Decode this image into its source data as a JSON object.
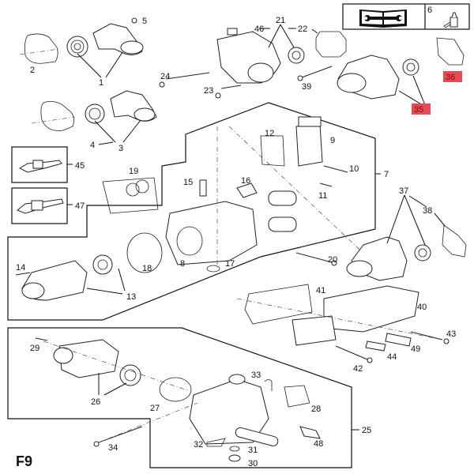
{
  "figure": {
    "code": "F9",
    "type": "exploded-parts-diagram",
    "subject": "Thermostat housing / EGR valve / coolant flange assemblies"
  },
  "header_box": {
    "manual_icon": "repair-manual-wrench-book-icon",
    "sealant_ref": "6",
    "sealant_icon": "sealant-tube-icon"
  },
  "callouts": [
    {
      "id": "1",
      "label": "1",
      "highlighted": false
    },
    {
      "id": "2",
      "label": "2",
      "highlighted": false
    },
    {
      "id": "3",
      "label": "3",
      "highlighted": false
    },
    {
      "id": "4",
      "label": "4",
      "highlighted": false
    },
    {
      "id": "5",
      "label": "5",
      "highlighted": false
    },
    {
      "id": "7",
      "label": "7",
      "highlighted": false
    },
    {
      "id": "8",
      "label": "8",
      "highlighted": false
    },
    {
      "id": "9",
      "label": "9",
      "highlighted": false
    },
    {
      "id": "10",
      "label": "10",
      "highlighted": false
    },
    {
      "id": "11",
      "label": "11",
      "highlighted": false
    },
    {
      "id": "12",
      "label": "12",
      "highlighted": false
    },
    {
      "id": "13",
      "label": "13",
      "highlighted": false
    },
    {
      "id": "14",
      "label": "14",
      "highlighted": false
    },
    {
      "id": "15",
      "label": "15",
      "highlighted": false
    },
    {
      "id": "16",
      "label": "16",
      "highlighted": false
    },
    {
      "id": "17",
      "label": "17",
      "highlighted": false
    },
    {
      "id": "18",
      "label": "18",
      "highlighted": false
    },
    {
      "id": "19",
      "label": "19",
      "highlighted": false
    },
    {
      "id": "20",
      "label": "20",
      "highlighted": false
    },
    {
      "id": "21",
      "label": "21",
      "highlighted": false
    },
    {
      "id": "22",
      "label": "22",
      "highlighted": false
    },
    {
      "id": "23",
      "label": "23",
      "highlighted": false
    },
    {
      "id": "24",
      "label": "24",
      "highlighted": false
    },
    {
      "id": "25",
      "label": "25",
      "highlighted": false
    },
    {
      "id": "26",
      "label": "26",
      "highlighted": false
    },
    {
      "id": "27",
      "label": "27",
      "highlighted": false
    },
    {
      "id": "28",
      "label": "28",
      "highlighted": false
    },
    {
      "id": "29",
      "label": "29",
      "highlighted": false
    },
    {
      "id": "30",
      "label": "30",
      "highlighted": false
    },
    {
      "id": "31",
      "label": "31",
      "highlighted": false
    },
    {
      "id": "32",
      "label": "32",
      "highlighted": false
    },
    {
      "id": "33",
      "label": "33",
      "highlighted": false
    },
    {
      "id": "34",
      "label": "34",
      "highlighted": false
    },
    {
      "id": "35",
      "label": "35",
      "highlighted": true
    },
    {
      "id": "36",
      "label": "36",
      "highlighted": true
    },
    {
      "id": "37",
      "label": "37",
      "highlighted": false
    },
    {
      "id": "38",
      "label": "38",
      "highlighted": false
    },
    {
      "id": "39",
      "label": "39",
      "highlighted": false
    },
    {
      "id": "40",
      "label": "40",
      "highlighted": false
    },
    {
      "id": "41",
      "label": "41",
      "highlighted": false
    },
    {
      "id": "42",
      "label": "42",
      "highlighted": false
    },
    {
      "id": "43",
      "label": "43",
      "highlighted": false
    },
    {
      "id": "44",
      "label": "44",
      "highlighted": false
    },
    {
      "id": "45",
      "label": "45",
      "highlighted": false
    },
    {
      "id": "46",
      "label": "46",
      "highlighted": false
    },
    {
      "id": "47",
      "label": "47",
      "highlighted": false
    },
    {
      "id": "48",
      "label": "48",
      "highlighted": false
    },
    {
      "id": "49",
      "label": "49",
      "highlighted": false
    }
  ],
  "highlight_color": "#e84a55",
  "highlight_text_color": "#7a1016"
}
